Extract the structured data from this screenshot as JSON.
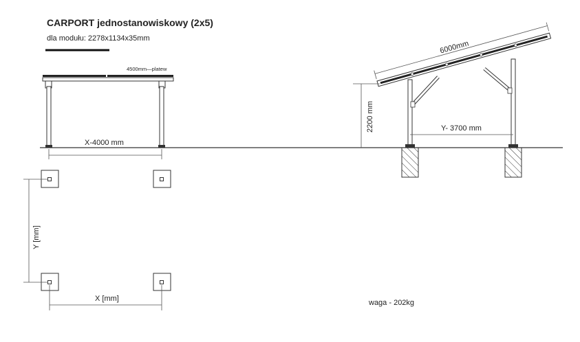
{
  "header": {
    "title": "CARPORT jednostanowiskowy (2x5)",
    "module": "dla modułu: 2278x1134x35mm"
  },
  "front_view": {
    "beam_note": "4500mm—platew",
    "x_dimension": "X-4000 mm"
  },
  "side_view": {
    "panel_length": "6000mm",
    "height": "2200 mm",
    "y_dimension": "Y- 3700 mm"
  },
  "plan_view": {
    "y_label": "Y [mm]",
    "x_label": "X [mm]"
  },
  "weight": "waga - 202kg"
}
